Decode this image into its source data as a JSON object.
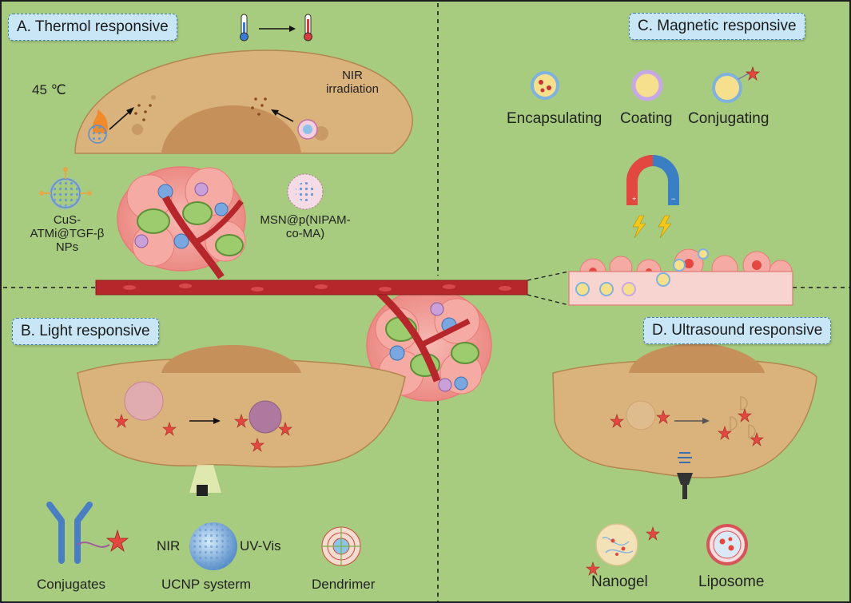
{
  "panels": {
    "thermal": {
      "title": "A. Thermol responsive",
      "temp_label": "45 ℃",
      "nir_label": "NIR irradiation",
      "cus_label": "CuS-ATMi@TGF-β NPs",
      "msn_label": "MSN@p(NIPAM-co-MA)"
    },
    "magnetic": {
      "title": "C. Magnetic responsive",
      "items": [
        "Encapsulating",
        "Coating",
        "Conjugating"
      ]
    },
    "light": {
      "title": "B. Light responsive",
      "items": [
        "Conjugates",
        "UCNP systerm",
        "Dendrimer"
      ],
      "ucnp_nir": "NIR",
      "ucnp_uv": "UV-Vis"
    },
    "ultrasound": {
      "title": "D. Ultrasound responsive",
      "items": [
        "Nanogel",
        "Liposome"
      ]
    }
  },
  "colors": {
    "background": "#a8cc7f",
    "cell": "#d9b27c",
    "nucleus": "#c6905a",
    "vessel": "#b5272a",
    "tumor": "#f09a94",
    "title_box": "#c9e6f6"
  }
}
